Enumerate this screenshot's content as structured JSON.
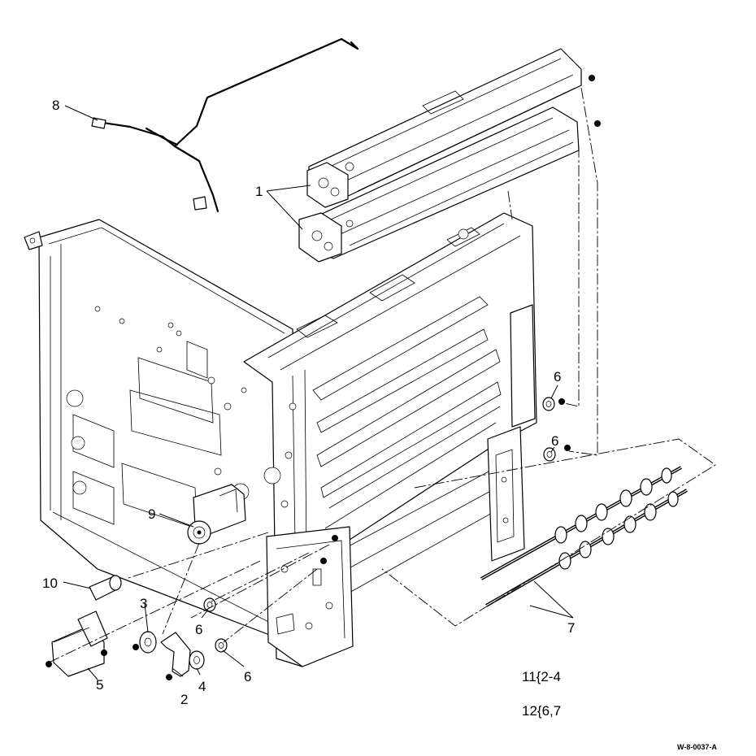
{
  "callouts": {
    "c1": "1",
    "c2": "2",
    "c3": "3",
    "c4": "4",
    "c5": "5",
    "c6a": "6",
    "c6b": "6",
    "c6c": "6",
    "c6d": "6",
    "c7": "7",
    "c8": "8",
    "c9": "9",
    "c10": "10"
  },
  "notes": {
    "kit_11": "11{2-4",
    "kit_12": "12{6,7"
  },
  "figure_ref": "W-8-0037-A"
}
